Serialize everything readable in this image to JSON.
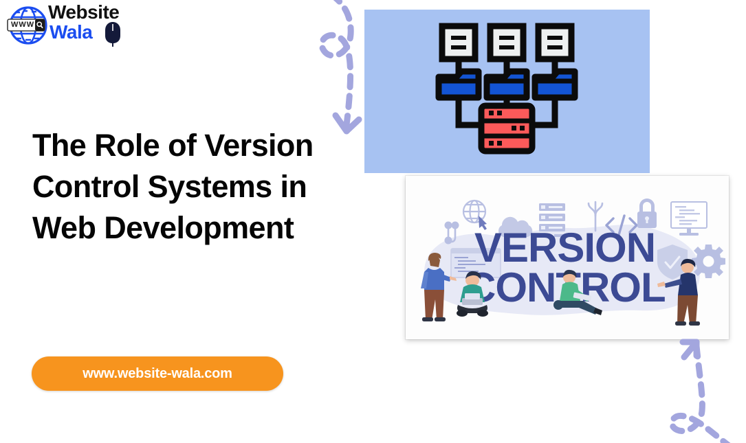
{
  "page": {
    "background_color": "#ffffff",
    "type": "blog-post-thumbnail"
  },
  "logo": {
    "brand_line1": "Website",
    "brand_line2": "Wala",
    "search_bar_text": "WWW",
    "brand_color_line1": "#111111",
    "brand_color_line2": "#1b4df0",
    "globe_color": "#1b4df0",
    "mouse_color": "#141a3a",
    "icons": [
      "globe-icon",
      "search-icon",
      "mouse-icon"
    ]
  },
  "headline": {
    "text": "The Role of Version Control Systems in Web Development",
    "color": "#050505"
  },
  "cta": {
    "url_label": "www.website-wala.com",
    "background_color": "#f7941e",
    "text_color": "#ffffff"
  },
  "network_panel": {
    "background_color": "#a7c2f2",
    "node_count": 3,
    "document_fill": "#eef0f0",
    "folder_fill": "#1354d4",
    "server_fill": "#fc5a5a",
    "stroke_color": "#0b0b0b",
    "icons": [
      "document-icon",
      "folder-icon",
      "server-icon"
    ]
  },
  "banner_panel": {
    "title_line1": "VERSION",
    "title_line2": "CONTROL",
    "title_color": "#3c4a94",
    "blob_color": "#e4e6f5",
    "icon_color": "#b8bfe2",
    "background_color": "#fdfdfd",
    "icons": [
      "globe-cursor-icon",
      "branch-node-icon",
      "cloud-icon",
      "server-rack-icon",
      "git-merge-icon",
      "code-tag-icon",
      "lock-icon",
      "monitor-code-icon",
      "gear-icon",
      "shield-check-icon"
    ],
    "code_tag_label": "</>",
    "people": [
      {
        "name": "person-standing-pointing",
        "shirt_color": "#4a6fc4",
        "pants_color": "#8a4f38"
      },
      {
        "name": "person-sitting-laptop",
        "shirt_color": "#2e9e8f",
        "pants_color": "#2a2f3a"
      },
      {
        "name": "person-ground-laptop",
        "shirt_color": "#4cb98a",
        "pants_color": "#2f4a63"
      },
      {
        "name": "person-right-pointing",
        "shirt_color": "#25356b",
        "pants_color": "#7c4a33"
      }
    ]
  },
  "decorations": {
    "arrow_color": "#a3a6de",
    "arrow_top_name": "dashed-curved-arrow-down",
    "arrow_bottom_name": "dashed-curved-arrow-up"
  }
}
